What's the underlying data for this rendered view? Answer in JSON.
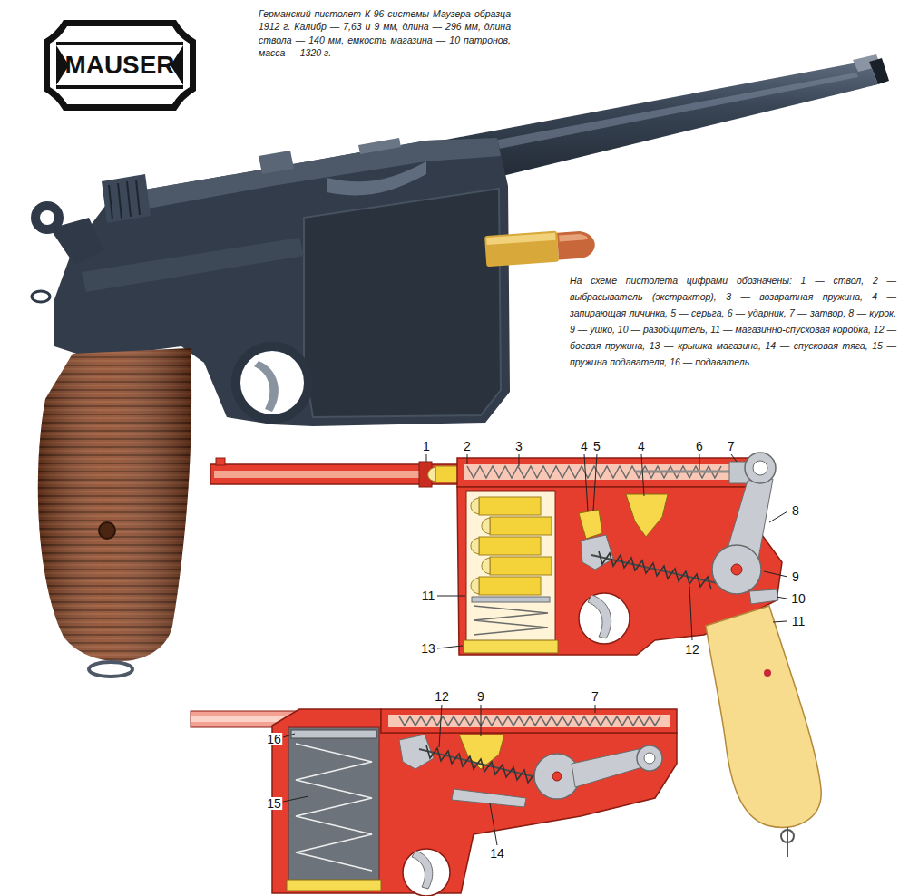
{
  "diagram": {
    "caption": "Германский пистолет К-96 системы Маузера образца 1912 г. Калибр — 7,63 и 9 мм, длина — 296 мм, длина ствола — 140 мм, емкость магазина — 10 патронов, масса — 1320 г.",
    "nodes": [
      {
        "text": [
          "MAUSER"
        ]
      }
    ],
    "labels": [
      "На схеме пистолета цифрами обозначены: 1 — ствол, 2 — выбрасыватель (экстрактор), 3 — возвратная пружина, 4 — запирающая личинка, 5 — серьга, 6 — ударник, 7 — затвор, 8 — курок, 9 — ушко, 10 — разобщитель, 11 — магазинно-спусковая коробка, 12 — боевая пружина, 13 — крышка магазина, 14 — спусковая тяга, 15 — пружина подавателя, 16 — подаватель.",
      "1",
      "2",
      "3",
      "4",
      "5",
      "4",
      "6",
      "7",
      "8",
      "9",
      "10",
      "11",
      "11",
      "13",
      "12",
      "12",
      "9",
      "7",
      "16",
      "15",
      "14"
    ]
  }
}
